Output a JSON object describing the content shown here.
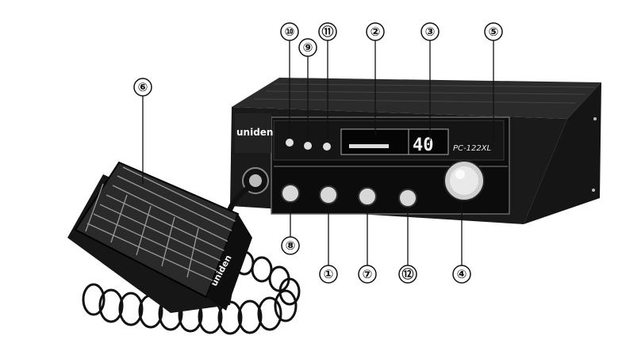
{
  "brand": {
    "front": "uniden",
    "mic": "uniden"
  },
  "radio": {
    "model": "PC-122XL",
    "channel_display": "40"
  },
  "callouts": [
    "⑩",
    "⑨",
    "⑪",
    "②",
    "③",
    "⑤",
    "⑥",
    "⑧",
    "①",
    "⑦",
    "⑫",
    "④"
  ],
  "colors": {
    "ink": "#111111",
    "chassis": "#1a1a1a",
    "panel": "#0c0c0c"
  }
}
